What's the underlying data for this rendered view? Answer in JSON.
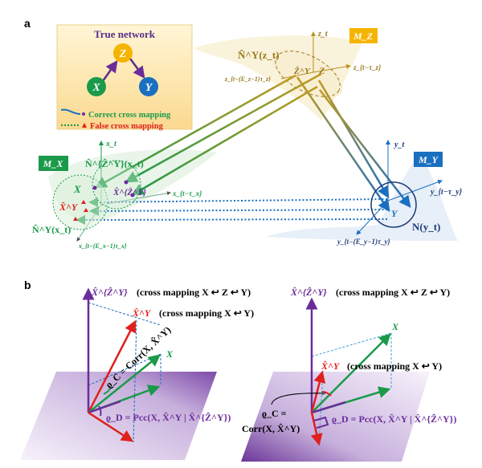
{
  "panel_a": {
    "label": "a",
    "legend": {
      "title": "True network",
      "nodes": [
        "Z",
        "X",
        "Y"
      ],
      "correct": "Correct cross mapping",
      "false": "False cross mapping"
    },
    "manifold_z": {
      "label": "M_Z",
      "axis_t": "z_t",
      "axis_tau": "z_{t−τ_z}",
      "axis_e": "z_{t−(E_z−1)τ_z}",
      "neighborhood": "N̂^Y(z_t)",
      "point_est": "Ẑ^Y",
      "point": "Z"
    },
    "manifold_x": {
      "label": "M_X",
      "axis_t": "x_t",
      "axis_tau": "x_{t−τ_x}",
      "axis_e": "x_{t−(E_x−1)τ_x}",
      "neighborhood_z": "N̂^{Ẑ^Y}(x_t)",
      "neighborhood_y": "N̂^Y(x_t)",
      "point": "X",
      "point_est_y": "X̂^Y",
      "point_est_z": "X̂^{Ẑ^Y}"
    },
    "manifold_y": {
      "label": "M_Y",
      "axis_t": "y_t",
      "axis_tau": "y_{t−τ_y}",
      "axis_e": "y_{t−(E_y−1)τ_y}",
      "neighborhood": "N(y_t)",
      "point": "Y"
    }
  },
  "panel_b": {
    "label": "b",
    "left": {
      "vec_z": "X̂^{Ẑ^Y}",
      "vec_z_caption": "(cross mapping X ↩ Z ↩ Y)",
      "vec_y": "X̂^Y",
      "vec_y_caption": "(cross mapping X ↩ Y)",
      "vec_x": "X",
      "rho_c": "ϱ_C = Corr(X, X̂^Y)",
      "rho_d": "ϱ_D = Pcc(X, X̂^Y | X̂^{Ẑ^Y})"
    },
    "right": {
      "vec_z": "X̂^{Ẑ^Y}",
      "vec_z_caption": "(cross mapping X ↩ Z ↩ Y)",
      "vec_y": "X̂^Y",
      "vec_y_caption": "(cross mapping X ↩ Y)",
      "vec_x": "X",
      "rho_c_1": "ϱ_C =",
      "rho_c_2": "Corr(X, X̂^Y)",
      "rho_d": "ϱ_D = Pcc(X, X̂^Y | X̂^{Ẑ^Y})"
    }
  },
  "colors": {
    "x": "#1a9a4a",
    "y": "#1a6fc0",
    "z": "#f0b400",
    "purple": "#6a2c9a",
    "red": "#e0201e",
    "gold": "#b8921e"
  }
}
